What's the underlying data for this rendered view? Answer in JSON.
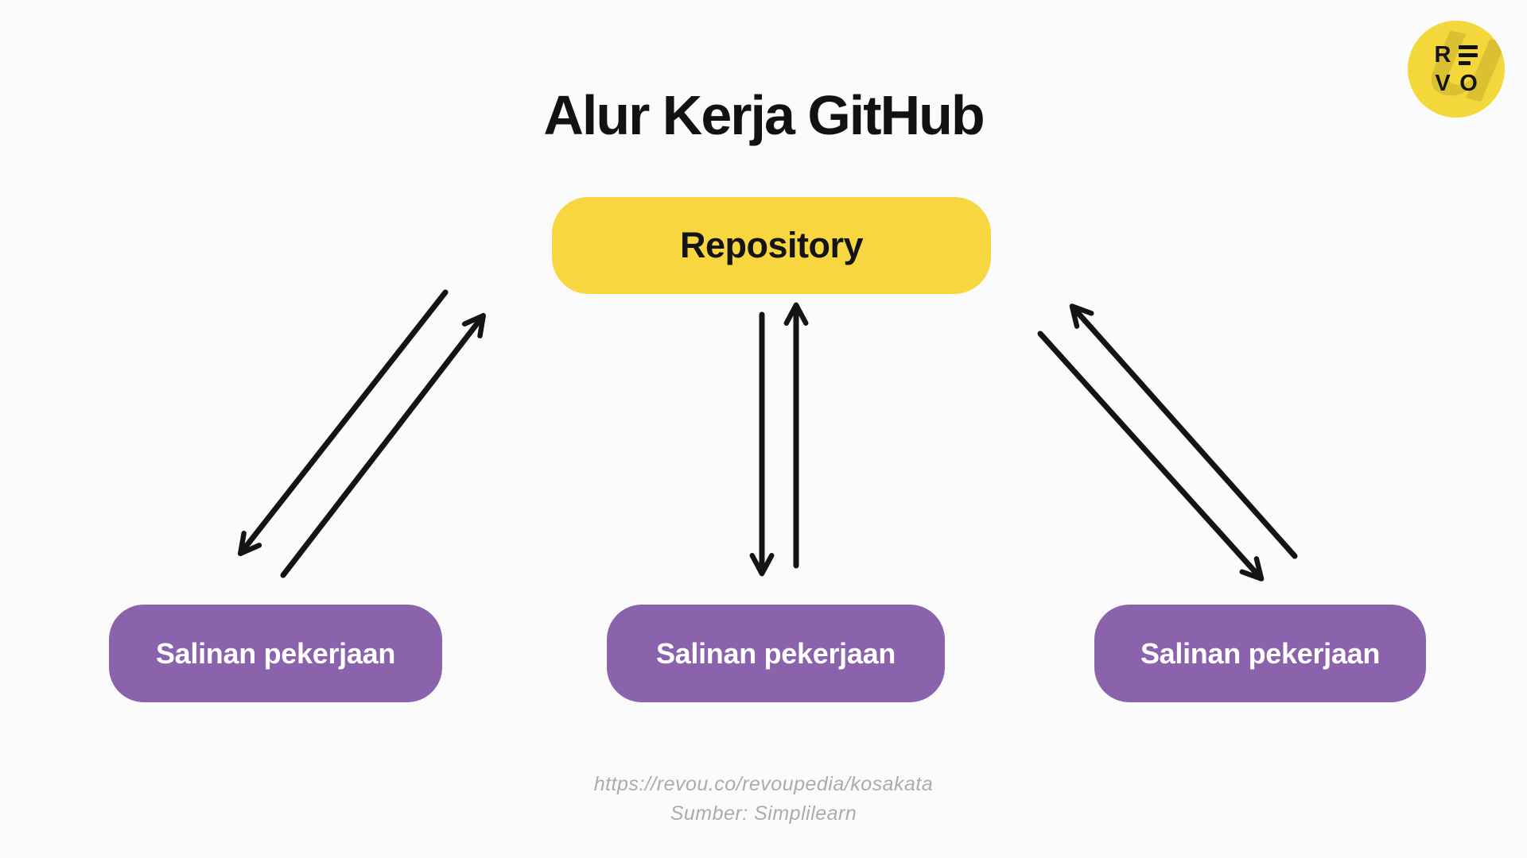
{
  "page": {
    "title": "Alur Kerja GitHub"
  },
  "logo": {
    "brand": "RevoU",
    "letters": [
      "R",
      "V",
      "O"
    ],
    "watermark": "u"
  },
  "diagram": {
    "repository": {
      "label": "Repository"
    },
    "copies": [
      {
        "label": "Salinan pekerjaan"
      },
      {
        "label": "Salinan pekerjaan"
      },
      {
        "label": "Salinan pekerjaan"
      }
    ],
    "edges": [
      {
        "from": "repository",
        "to": "salinan-pekerjaan-left",
        "bidirectional": true
      },
      {
        "from": "repository",
        "to": "salinan-pekerjaan-middle",
        "bidirectional": true
      },
      {
        "from": "repository",
        "to": "salinan-pekerjaan-right",
        "bidirectional": true
      }
    ]
  },
  "footer": {
    "url": "https://revou.co/revoupedia/kosakata",
    "source": "Sumber: Simplilearn"
  },
  "colors": {
    "background": "#FBFBFB",
    "repository_bg": "#F8D63F",
    "copy_bg": "#8A63AC",
    "ink": "#141414",
    "footer_text": "#ACACAF",
    "logo_bg": "#F4D83B"
  }
}
